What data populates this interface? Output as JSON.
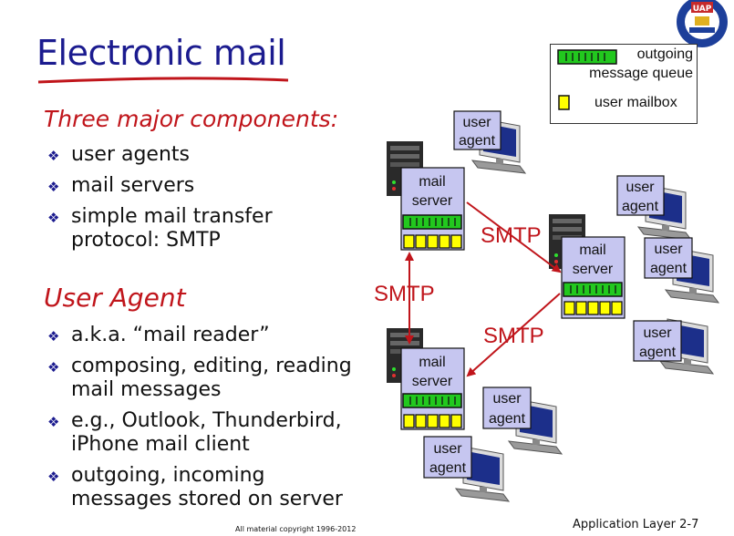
{
  "slide": {
    "title": "Electronic mail",
    "section1_heading": "Three major components:",
    "section1_bullets": [
      "user agents",
      "mail servers",
      "simple mail transfer\nprotocol: SMTP"
    ],
    "section2_heading": "User Agent",
    "section2_bullets": [
      "a.k.a. “mail reader”",
      "composing, editing, reading\nmail messages",
      "e.g., Outlook, Thunderbird,\niPhone mail client",
      "outgoing, incoming\nmessages stored on server"
    ],
    "bullet_symbol": "❖",
    "footer": "Application Layer 2-7",
    "copyright": "All material copyright 1996-2012",
    "logo_text": "UAP"
  },
  "legend": {
    "queue_label": "outgoing\nmessage queue",
    "mailbox_label": "user mailbox"
  },
  "diagram": {
    "server_label": "mail\nserver",
    "agent_label": "user\nagent",
    "protocol_label": "SMTP",
    "colors": {
      "queue_green": "#22c81e",
      "mailbox_yellow": "#ffff00",
      "server_fill": "#c6c6f0",
      "arrow": "#c0151b",
      "smtp_text": "#c0151b",
      "title_blue": "#1b1b8f"
    }
  }
}
